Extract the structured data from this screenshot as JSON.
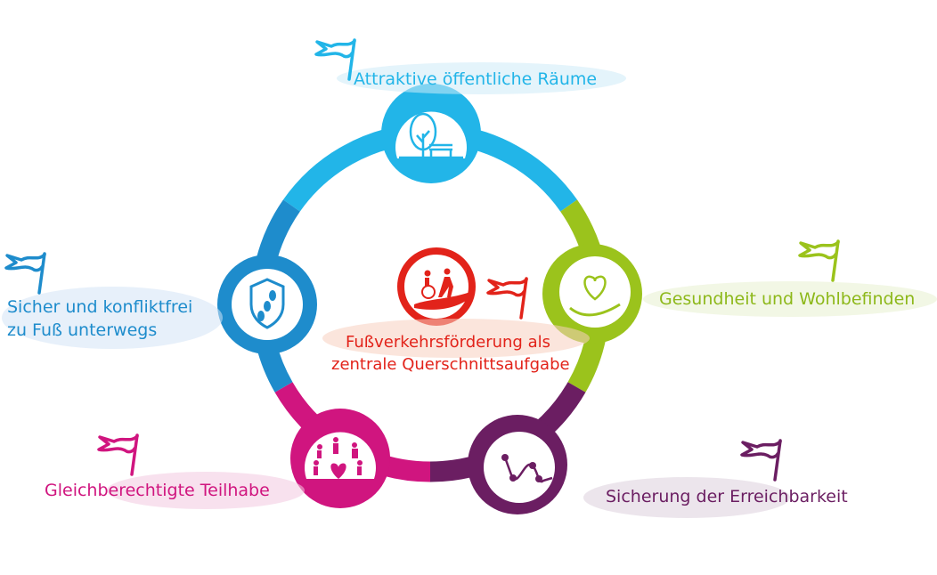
{
  "colors": {
    "light_blue": "#22b5e8",
    "blue": "#1e8ccc",
    "green": "#9bc31c",
    "purple": "#6b1e62",
    "magenta": "#d0157f",
    "red": "#e2231a"
  },
  "center": {
    "line1": "Fußverkehrsförderung als",
    "line2": "zentrale Querschnittsaufgabe",
    "icon": "accessibility-hand-icon"
  },
  "topics": [
    {
      "id": "public-spaces",
      "label": "Attraktive öffentliche Räume",
      "icon": "tree-bench-icon"
    },
    {
      "id": "health",
      "label": "Gesundheit und Wohlbefinden",
      "icon": "heart-hand-icon"
    },
    {
      "id": "accessibility",
      "label": "Sicherung der Erreichbarkeit",
      "icon": "route-path-icon"
    },
    {
      "id": "participation",
      "label": "Gleichberechtigte Teilhabe",
      "icon": "people-heart-icon"
    },
    {
      "id": "safety",
      "line1": "Sicher und konfliktfrei",
      "line2": "zu Fuß unterwegs",
      "icon": "shield-footprints-icon"
    }
  ]
}
